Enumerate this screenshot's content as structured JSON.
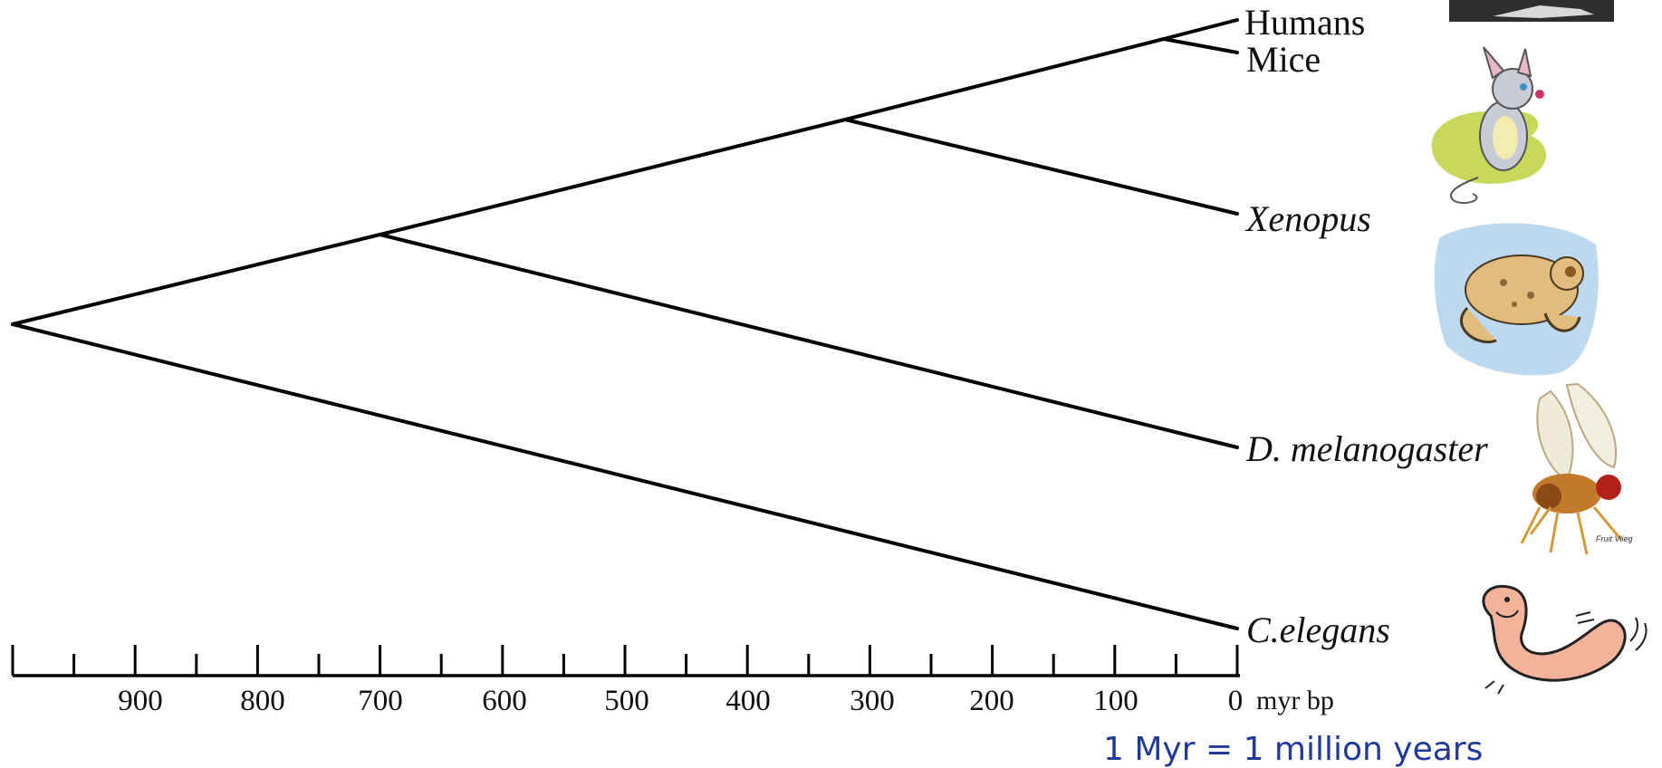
{
  "taxa": [
    {
      "label": "Humans",
      "italic": false
    },
    {
      "label": "Mice",
      "italic": false
    },
    {
      "label": "Xenopus",
      "italic": true
    },
    {
      "label": "D. melanogaster",
      "italic": true
    },
    {
      "label": "C.elegans",
      "italic": true
    }
  ],
  "divergence_times_myr": {
    "root": 1000,
    "d_melanogaster_split": 700,
    "xenopus_split": 320,
    "humans_mice_split": 60
  },
  "axis": {
    "unit_label": "myr bp",
    "tick_labels": [
      "900",
      "800",
      "700",
      "600",
      "500",
      "400",
      "300",
      "200",
      "100",
      "0"
    ]
  },
  "footnote": "1 Myr = 1 million years",
  "illustrations": [
    {
      "name": "human-illustration",
      "icon": "human"
    },
    {
      "name": "mouse-illustration",
      "icon": "mouse"
    },
    {
      "name": "frog-illustration",
      "icon": "frog"
    },
    {
      "name": "fruit-fly-illustration",
      "icon": "fruit-fly"
    },
    {
      "name": "worm-illustration",
      "icon": "worm"
    }
  ],
  "colors": {
    "footnote": "#1f3a9a"
  }
}
